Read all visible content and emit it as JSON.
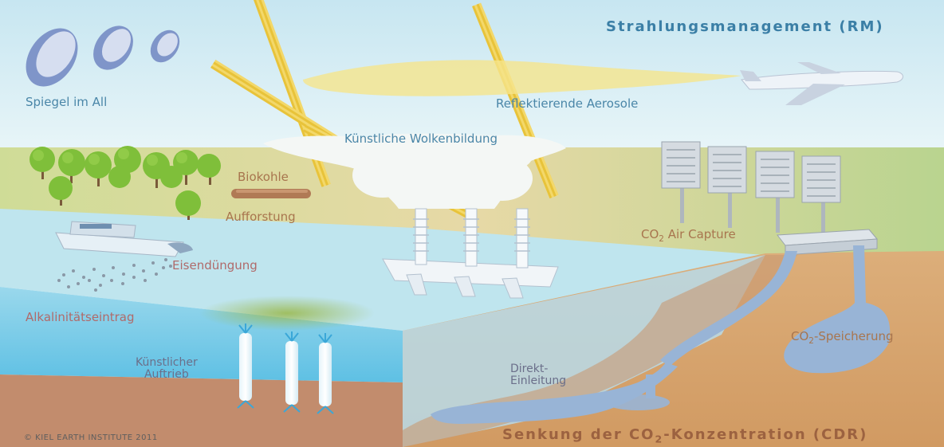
{
  "titles": {
    "rm": "Strahlungsmanagement (RM)",
    "cdr_prefix": "Senkung der CO",
    "cdr_sub": "2",
    "cdr_suffix": "-Konzentration (CDR)"
  },
  "labels": {
    "mirrors": "Spiegel im All",
    "aerosols": "Reflektierende Aerosole",
    "clouds": "Künstliche Wolkenbildung",
    "biochar": "Biokohle",
    "afforestation": "Aufforstung",
    "iron": "Eisendüngung",
    "alkalinity": "Alkalinitätseintrag",
    "upwelling_1": "Künstlicher",
    "upwelling_2": "Auftrieb",
    "air_capture_prefix": "CO",
    "air_capture_sub": "2",
    "air_capture_suffix": " Air Capture",
    "storage_prefix": "CO",
    "storage_sub": "2",
    "storage_suffix": "-Speicherung",
    "injection_1": "Direkt-",
    "injection_2": "Einleitung"
  },
  "credit": "© KIEL EARTH INSTITUTE 2011",
  "colors": {
    "sky": "#d4ecf3",
    "land": "#d9cc95",
    "sea_surface": "#c2e6ee",
    "ocean_front": "#7ccbe6",
    "seabed": "#c18c6c",
    "earth": "#d9a770",
    "pipe": "#98b4d6",
    "sunbeam": "#f0d24c"
  }
}
